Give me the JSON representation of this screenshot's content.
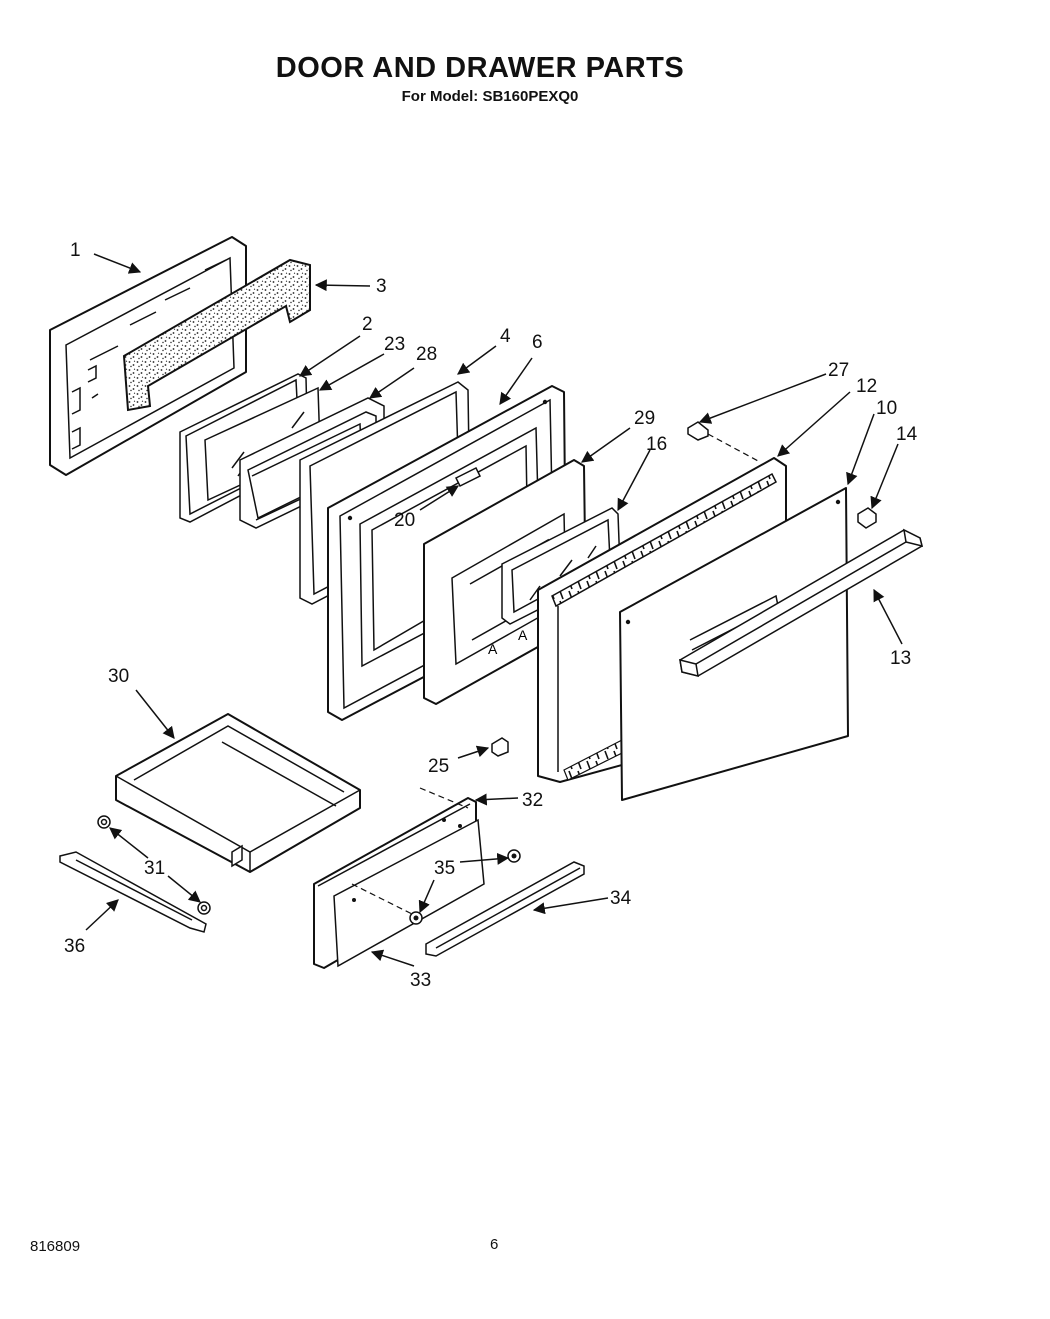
{
  "header": {
    "title": "DOOR AND DRAWER PARTS",
    "subtitle": "For Model: SB160PEXQ0"
  },
  "footer": {
    "doc_number": "816809",
    "page_number": "6"
  },
  "callouts": {
    "c1": "1",
    "c3": "3",
    "c2": "2",
    "c23": "23",
    "c28": "28",
    "c4": "4",
    "c6": "6",
    "c27": "27",
    "c12": "12",
    "c10": "10",
    "c14": "14",
    "c29": "29",
    "c16": "16",
    "c20": "20",
    "c13": "13",
    "c30": "30",
    "c25": "25",
    "c32": "32",
    "c31": "31",
    "c35": "35",
    "c34": "34",
    "c36": "36",
    "c33": "33"
  }
}
